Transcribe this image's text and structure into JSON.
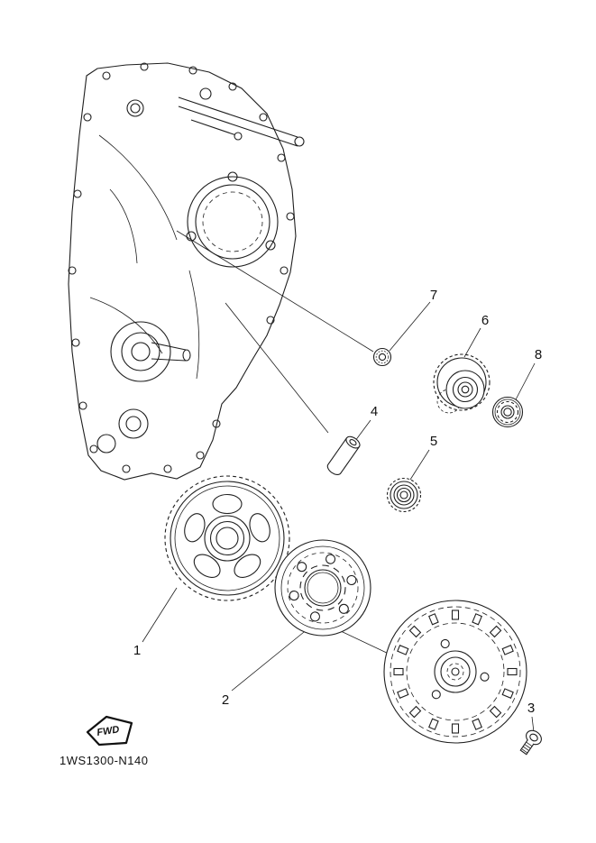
{
  "diagram": {
    "code": "1WS1300-N140",
    "fwd_label": "FWD",
    "colors": {
      "ink": "#1f1f1f",
      "background": "#ffffff"
    },
    "callouts": [
      {
        "num": "1"
      },
      {
        "num": "2"
      },
      {
        "num": "3"
      },
      {
        "num": "4"
      },
      {
        "num": "5"
      },
      {
        "num": "6"
      },
      {
        "num": "7"
      },
      {
        "num": "8"
      }
    ]
  }
}
